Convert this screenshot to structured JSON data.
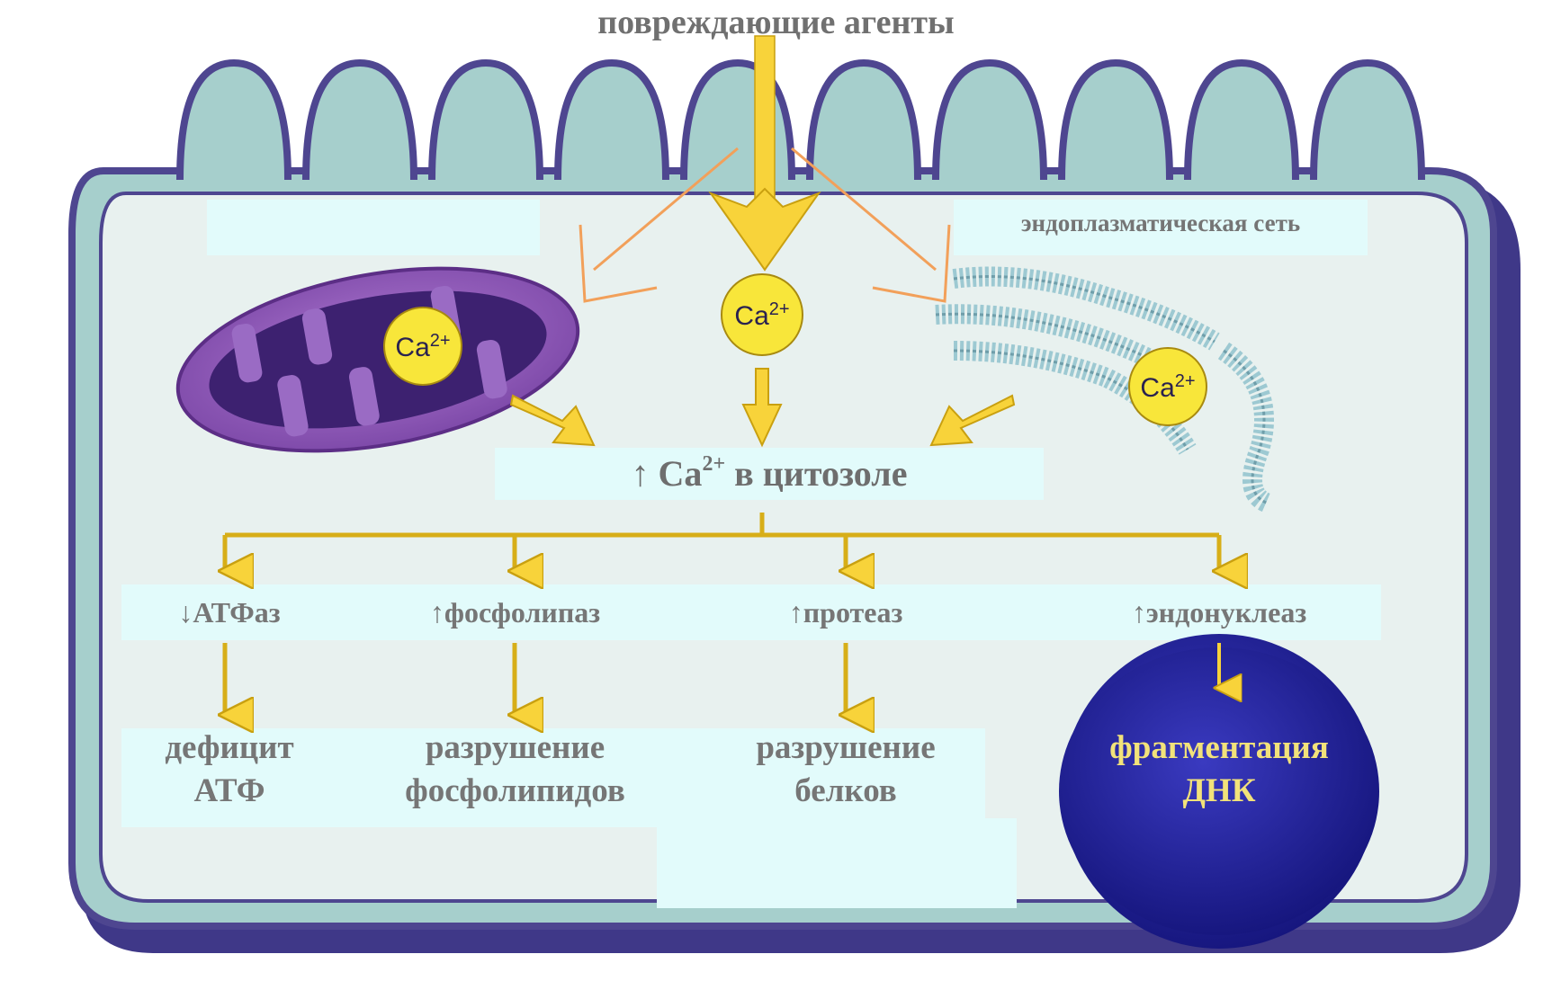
{
  "title": "повреждающие агенты",
  "er_label": "эндоплазматическая сеть",
  "cytosol": {
    "arrow": "↑",
    "prefix": "Ca",
    "sup": "2+",
    "suffix": "в цитозоле"
  },
  "ca_badge": {
    "base": "Ca",
    "sup": "2+"
  },
  "branches": [
    {
      "enzyme": "↓АТФаз",
      "outcome_line1": "дефицит",
      "outcome_line2": "АТФ"
    },
    {
      "enzyme": "↑фосфолипаз",
      "outcome_line1": "разрушение",
      "outcome_line2": "фосфолипидов"
    },
    {
      "enzyme": "↑протеаз",
      "outcome_line1": "разрушение",
      "outcome_line2": "белков"
    },
    {
      "enzyme": "↑эндонуклеаз",
      "outcome_line1": "фрагментация",
      "outcome_line2": "ДНК"
    }
  ],
  "colors": {
    "membrane_outer": "#4e4690",
    "membrane_inner": "#a6cfcc",
    "cell_interior": "#e8f1ef",
    "label_panel": "#e2fbfb",
    "arrow_fill": "#f8d33a",
    "arrow_outline": "#f2a05a",
    "mito_outer": "#9460b8",
    "mito_inner": "#3d2170",
    "er_fill": "#9dc9d2",
    "nucleus": "#1e1e8a",
    "text": "#767676",
    "nucleus_text": "#f2e27a"
  }
}
